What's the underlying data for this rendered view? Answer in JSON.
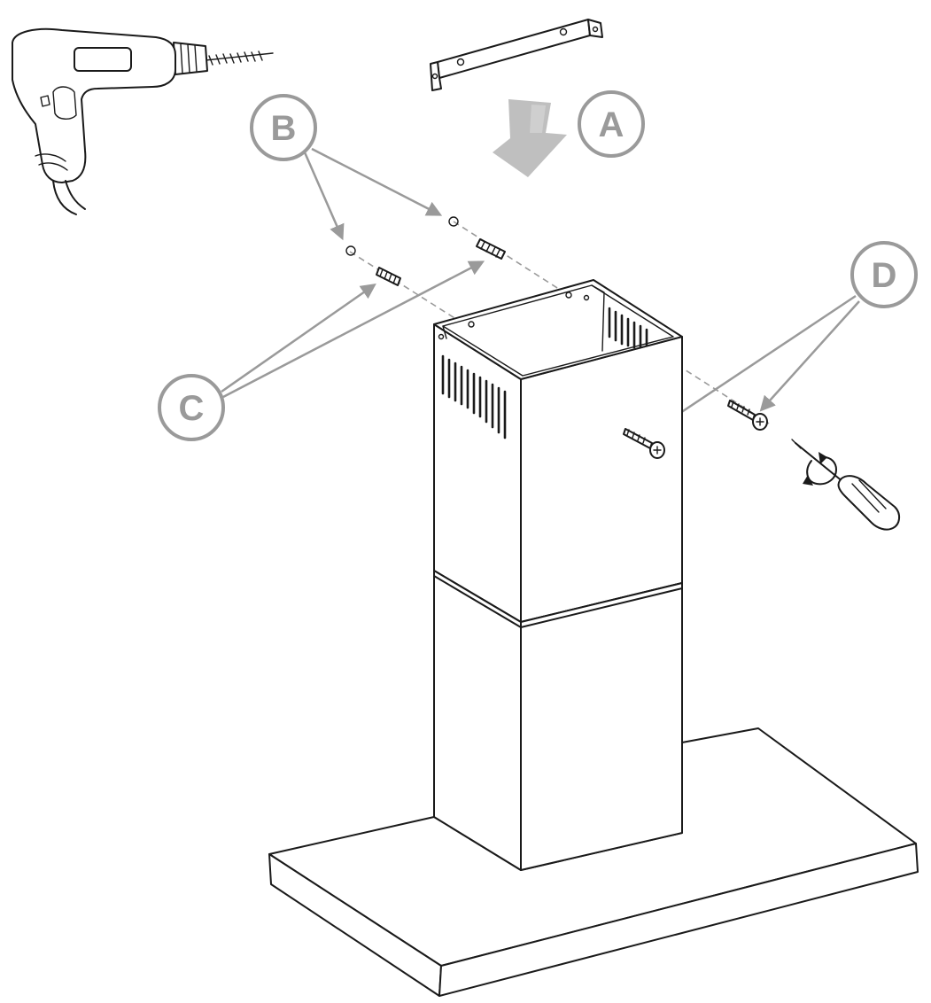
{
  "callouts": [
    {
      "id": "A",
      "label": "A"
    },
    {
      "id": "B",
      "label": "B"
    },
    {
      "id": "C",
      "label": "C"
    },
    {
      "id": "D",
      "label": "D"
    }
  ],
  "colors": {
    "callout": "#9a9a9a",
    "line": "#1a1a1a",
    "background": "#ffffff"
  },
  "icons": [
    "drill-icon",
    "screwdriver-icon",
    "bracket",
    "wall-plug",
    "screw",
    "down-arrow-icon"
  ]
}
